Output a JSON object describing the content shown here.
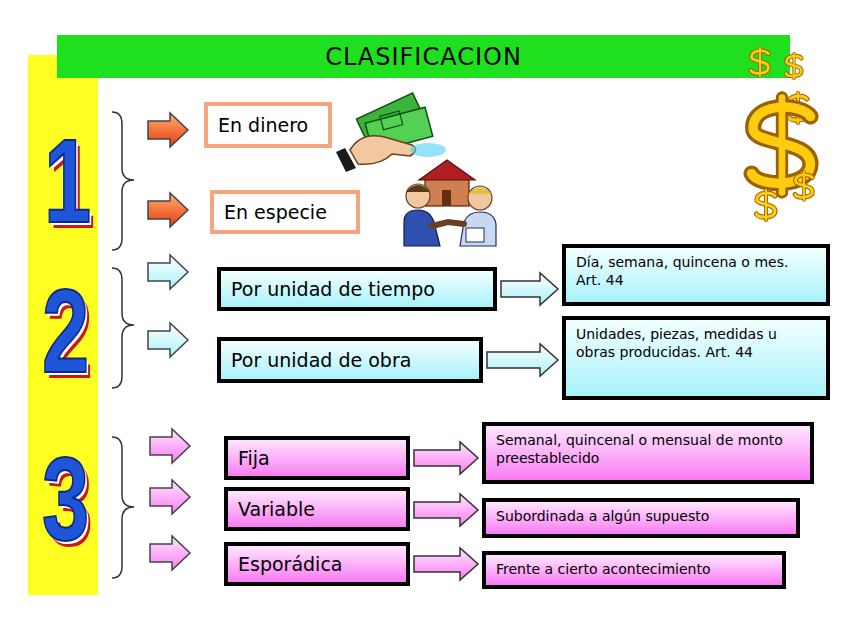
{
  "diagram": {
    "title": "CLASIFICACION",
    "nodes": [
      {
        "text": [
          "En dinero"
        ]
      },
      {
        "text": [
          "En especie"
        ]
      },
      {
        "text": [
          "Por unidad de tiempo"
        ]
      },
      {
        "text": [
          "Día, semana, quincena o mes. Art. 44"
        ]
      },
      {
        "text": [
          "Por unidad de obra"
        ]
      },
      {
        "text": [
          "Unidades, piezas, medidas u obras producidas. Art. 44"
        ]
      },
      {
        "text": [
          "Fija"
        ]
      },
      {
        "text": [
          "Semanal, quincenal o mensual de monto preestablecido"
        ]
      },
      {
        "text": [
          "Variable"
        ]
      },
      {
        "text": [
          "Subordinada a algún supuesto"
        ]
      },
      {
        "text": [
          "Esporádica"
        ]
      },
      {
        "text": [
          "Frente a cierto acontecimiento"
        ]
      }
    ],
    "edges": [
      {
        "from": 2,
        "to": 3,
        "arrow": "to"
      },
      {
        "from": 4,
        "to": 5,
        "arrow": "to"
      },
      {
        "from": 6,
        "to": 7,
        "arrow": "to"
      },
      {
        "from": 8,
        "to": 9,
        "arrow": "to"
      },
      {
        "from": 10,
        "to": 11,
        "arrow": "to"
      }
    ],
    "labels": [
      "1",
      "2",
      "3"
    ]
  }
}
